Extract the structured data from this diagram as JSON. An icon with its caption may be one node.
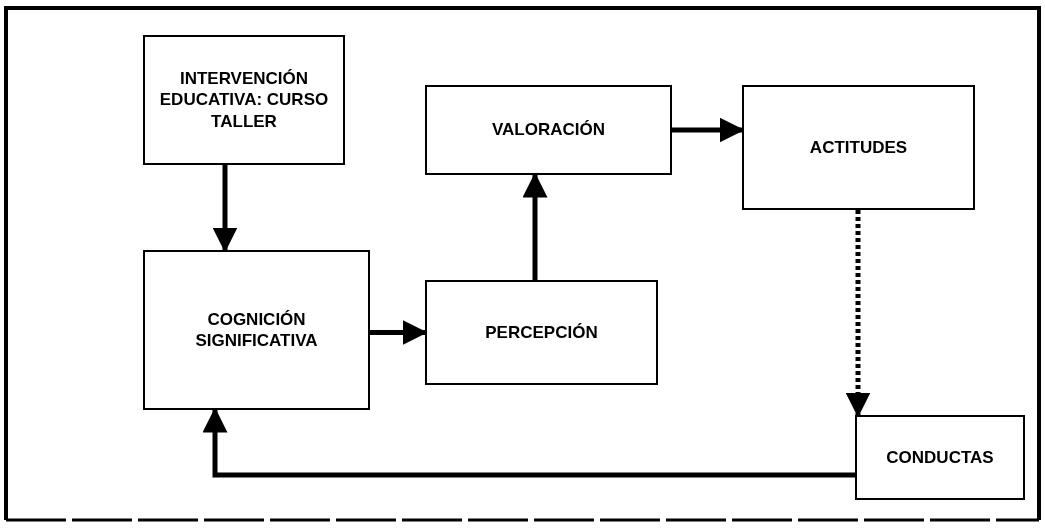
{
  "diagram": {
    "nodes": [
      {
        "text": [
          "INTERVENCIÓN EDUCATIVA: CURSO TALLER"
        ]
      },
      {
        "text": [
          "VALORACIÓN"
        ]
      },
      {
        "text": [
          "ACTITUDES"
        ]
      },
      {
        "text": [
          "COGNICIÓN SIGNIFICATIVA"
        ]
      },
      {
        "text": [
          "PERCEPCIÓN"
        ]
      },
      {
        "text": [
          "CONDUCTAS"
        ]
      }
    ],
    "edges": [
      {
        "from": 0,
        "to": 3,
        "arrow": "to"
      },
      {
        "from": 3,
        "to": 4,
        "arrow": "to"
      },
      {
        "from": 4,
        "to": 1,
        "arrow": "to"
      },
      {
        "from": 1,
        "to": 2,
        "arrow": "to"
      },
      {
        "from": 2,
        "to": 5,
        "arrow": "to",
        "style": "dashed"
      },
      {
        "from": 5,
        "to": 3,
        "arrow": "to"
      }
    ]
  }
}
